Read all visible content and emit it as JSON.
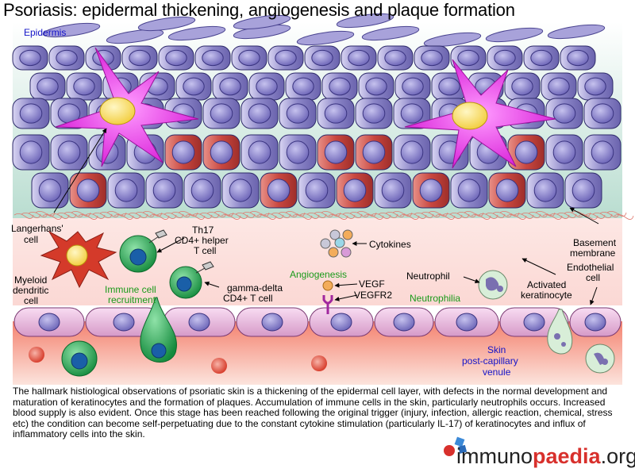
{
  "title": "Psoriasis: epidermal thickening, angiogenesis and plaque formation",
  "labels": {
    "epidermis": "Epidermis",
    "langerhans_1": "Langerhans'",
    "langerhans_2": "cell",
    "th17_1": "Th17",
    "th17_2": "CD4+ helper",
    "th17_3": "T cell",
    "cytokines": "Cytokines",
    "basement_1": "Basement",
    "basement_2": "membrane",
    "endothelial_1": "Endothelial",
    "endothelial_2": "cell",
    "myeloid_1": "Myeloid",
    "myeloid_2": "dendritic",
    "myeloid_3": "cell",
    "immune_1": "Immune cell",
    "immune_2": "recruitment",
    "gamma_1": "gamma-delta",
    "gamma_2": "CD4+ T cell",
    "angiogenesis": "Angiogenesis",
    "vegf": "VEGF",
    "vegfr2": "VEGFR2",
    "neutrophil": "Neutrophil",
    "neutrophilia": "Neutrophilia",
    "activated_1": "Activated",
    "activated_2": "keratinocyte",
    "skin_1": "Skin",
    "skin_2": "post-capillary",
    "skin_3": "venule"
  },
  "caption": "The hallmark histiological observations of psoriatic skin is a thickening of the epidermal cell layer, with defects in the normal development and maturation of keratinocytes and the formation of plaques. Accumulation of immune cells in the skin, particularly neutrophils occurs. Increased blood supply is also evident. Once this stage has been reached following the original trigger (injury, infection, allergic reaction, chemical, stress etc) the condition can become self-perpetuating due to the constant cytokine stimulation (particularly IL-17) of keratinocytes and influx of inflammatory cells into the skin.",
  "logo": {
    "part1": "immuno",
    "part2": "paedia",
    "part3": ".org"
  },
  "colors": {
    "epidermis_bg": "#cfe6dc",
    "dermis_bg": "#fde4e1",
    "keratinocyte": "#8c86c8",
    "activated_keratinocyte": "#c9473f",
    "langerhans": "#e020e0",
    "dendritic": "#d43a2a",
    "t_cell": "#1e9a48",
    "endothelial": "#e6b6dc",
    "lumen": "#f06a5a"
  }
}
